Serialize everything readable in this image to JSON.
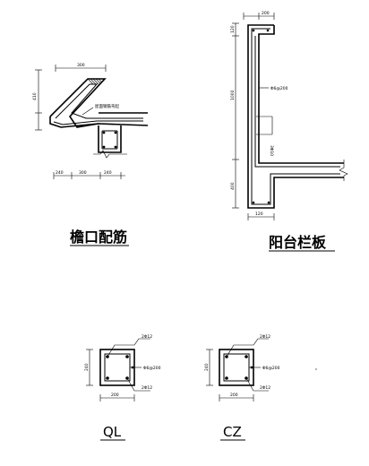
{
  "drawings": {
    "eaves": {
      "title": "檐口配筋",
      "note": "屋面钢筋弯起",
      "dims": {
        "width_top": "300",
        "height_left": "410",
        "bottom_left": "240",
        "bottom_mid": "300",
        "bottom_right": "240"
      }
    },
    "balcony": {
      "title": "阳台栏板",
      "dims": {
        "top": "200",
        "left_upper": "120",
        "left_mid": "1000",
        "left_lower": "400",
        "bottom": "120"
      },
      "rebar_labels": [
        "Φ6@200",
        "3Φ10"
      ]
    },
    "ql": {
      "code": "QL",
      "rebar_top": "2Φ12",
      "stirrup": "Φ6@200",
      "rebar_bottom": "2Φ12",
      "width": "200",
      "height": "240"
    },
    "cz": {
      "code": "CZ",
      "rebar_top": "2Φ12",
      "stirrup": "Φ6@200",
      "rebar_bottom": "2Φ12",
      "width": "200",
      "height": "240"
    }
  }
}
